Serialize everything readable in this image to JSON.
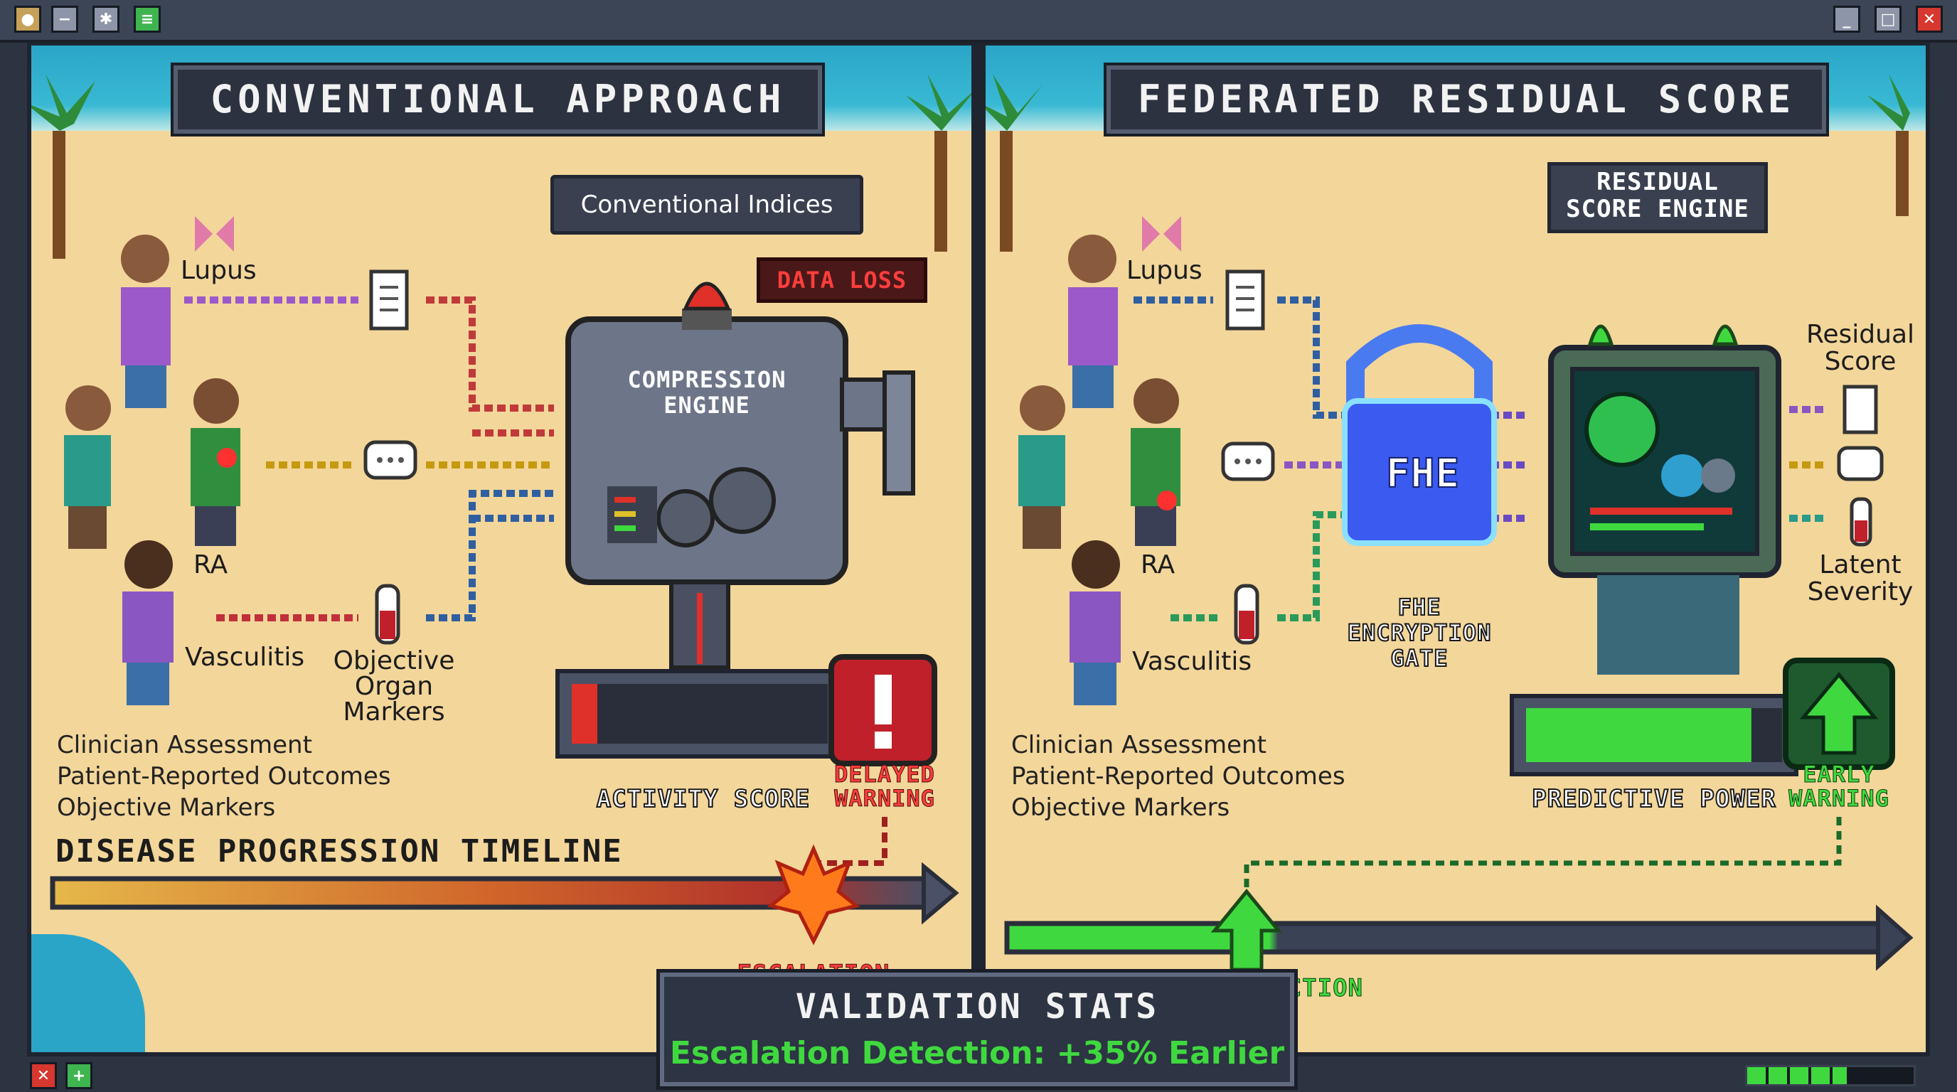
{
  "left_panel": {
    "title": "CONVENTIONAL APPROACH",
    "indices_label": "Conventional Indices",
    "data_loss_label": "DATA LOSS",
    "engine_label": "COMPRESSION ENGINE",
    "labels": {
      "lupus": "Lupus",
      "ra": "RA",
      "vasculitis": "Vasculitis",
      "objective": "Objective Organ Markers"
    },
    "legend": [
      "Clinician Assessment",
      "Patient-Reported Outcomes",
      "Objective Markers"
    ],
    "gauge_label": "ACTIVITY SCORE",
    "gauge_level": 0.1,
    "warning_label": "DELAYED WARNING",
    "timeline_title": "DISEASE PROGRESSION TIMELINE",
    "timeline_event": "ESCALATION"
  },
  "right_panel": {
    "title": "FEDERATED RESIDUAL SCORE",
    "engine_label": "RESIDUAL SCORE ENGINE",
    "fhe_label": "FHE",
    "gate_label": "FHE ENCRYPTION GATE",
    "labels": {
      "lupus": "Lupus",
      "ra": "RA",
      "vasculitis": "Vasculitis"
    },
    "outputs": {
      "residual": "Residual Score",
      "latent": "Latent Severity"
    },
    "legend": [
      "Clinician Assessment",
      "Patient-Reported Outcomes",
      "Objective Markers"
    ],
    "gauge_label": "PREDICTIVE POWER",
    "gauge_level": 0.88,
    "warning_label": "EARLY WARNING",
    "timeline_event": "EARLY DETECTION"
  },
  "stats": {
    "title": "VALIDATION STATS",
    "value": "Escalation Detection: +35% Earlier"
  },
  "colors": {
    "green": "#3fd93f",
    "red": "#e0302a",
    "panel": "#f3d69a"
  }
}
